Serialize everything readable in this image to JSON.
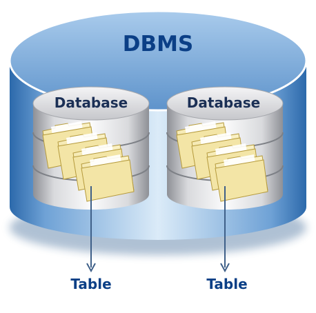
{
  "diagram": {
    "title": "DBMS",
    "databases": [
      {
        "label": "Database",
        "table_label": "Table"
      },
      {
        "label": "Database",
        "table_label": "Table"
      }
    ],
    "colors": {
      "dbms_body_light": "#cfe4f6",
      "dbms_body_dark": "#2f6fb3",
      "dbms_title": "#0b3f86",
      "database_label": "#1b2f55",
      "table_label": "#0b3f86",
      "arrow": "#3e5f88",
      "folder": "#f1e3a0"
    },
    "icons": {
      "container": "dbms-cylinder-icon",
      "database": "database-cylinder-icon",
      "folder": "folder-icon",
      "arrow": "arrow-down-icon"
    }
  }
}
